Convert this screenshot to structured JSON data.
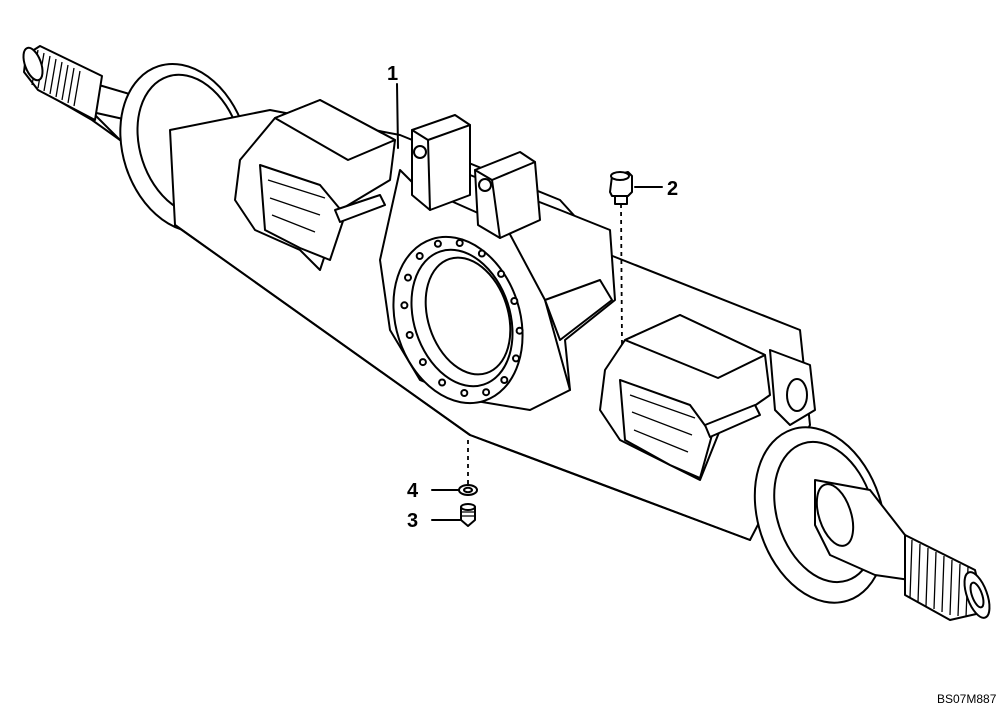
{
  "diagram": {
    "callouts": [
      {
        "label": "1"
      },
      {
        "label": "2"
      },
      {
        "label": "3"
      },
      {
        "label": "4"
      }
    ],
    "drawing_code": "BS07M887"
  }
}
